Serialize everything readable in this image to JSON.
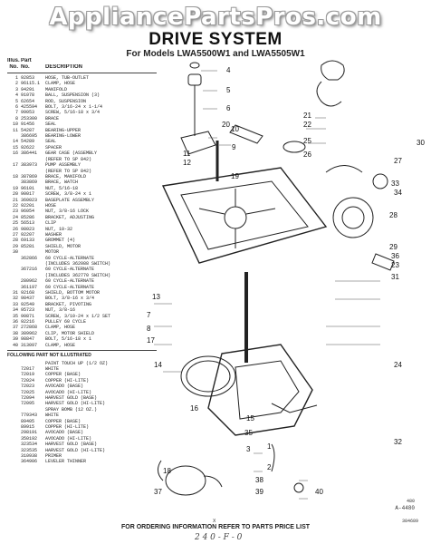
{
  "watermark": "AppliancePartsPros.com",
  "title": "DRIVE SYSTEM",
  "subtitle": "For Models LWA5500W1 and LWA5505W1",
  "table": {
    "header1": [
      "Illus.",
      "Part",
      ""
    ],
    "header2": [
      "No.",
      "No.",
      "DESCRIPTION"
    ],
    "rows": [
      [
        "1",
        "92853",
        "HOSE, TUB-OUTLET"
      ],
      [
        "2",
        "96115.1",
        "CLAMP, HOSE"
      ],
      [
        "3",
        "94291",
        "MANIFOLD"
      ],
      [
        "4",
        "91078",
        "BALL, SUSPENSION (3)"
      ],
      [
        "5",
        "62654",
        "ROD, SUSPENSION"
      ],
      [
        "6",
        "425594",
        "BOLT, 3/16-24 x 1-1/4"
      ],
      [
        "7",
        "99053",
        "SCREW, 5/16-18 x 3/4"
      ],
      [
        "8",
        "253300",
        "BRACE"
      ],
      [
        "10",
        "91456",
        "SEAL"
      ],
      [
        "11",
        "54287",
        "BEARING-UPPER"
      ],
      [
        "",
        "386695",
        "BEARING-LOWER"
      ],
      [
        "14",
        "54289",
        "SEAL"
      ],
      [
        "15",
        "92622",
        "SPACER"
      ],
      [
        "16",
        "386441",
        "GEAR CASE (ASSEMBLY"
      ],
      [
        "",
        "",
        "(REFER TO SP 842)"
      ],
      [
        "17",
        "383973",
        "PUMP ASSEMBLY"
      ],
      [
        "",
        "",
        "(REFER TO SP 842)"
      ],
      [
        "18",
        "387869",
        "BRACE, MANIFOLD"
      ],
      [
        "",
        "383869",
        "BRACE, WATCH"
      ],
      [
        "19",
        "96101",
        "NUT, 5/16-18"
      ],
      [
        "20",
        "90017",
        "SCREW, 3/8-24 x 1"
      ],
      [
        "21",
        "360023",
        "BASEPLATE ASSEMBLY"
      ],
      [
        "22",
        "92201",
        "HOSE"
      ],
      [
        "23",
        "96054",
        "NUT, 3/8-16 LOCK"
      ],
      [
        "24",
        "85286",
        "BRACKET, ADJUSTING"
      ],
      [
        "25",
        "56513",
        "CLIP"
      ],
      [
        "26",
        "98023",
        "NUT, 10-32"
      ],
      [
        "27",
        "92207",
        "WASHER"
      ],
      [
        "28",
        "69133",
        "GROMMET (4)"
      ],
      [
        "29",
        "85281",
        "SHIELD, MOTOR"
      ],
      [
        "30",
        "",
        "MOTOR"
      ],
      [
        "",
        "362866",
        "60 CYCLE-ALTERNATE"
      ],
      [
        "",
        "",
        "(INCLUDES 362088 SWITCH)"
      ],
      [
        "",
        "367216",
        "60 CYCLE-ALTERNATE"
      ],
      [
        "",
        "",
        "(INCLUDES 362770 SWITCH)"
      ],
      [
        "",
        "280962",
        "60 CYCLE-ALTERNATE"
      ],
      [
        "",
        "361197",
        "60 CYCLE-ALTERNATE"
      ],
      [
        "31",
        "92168",
        "SHIELD, BOTTOM MOTOR"
      ],
      [
        "32",
        "98437",
        "BOLT, 3/8-16 x 3/4"
      ],
      [
        "33",
        "92549",
        "BRACKET, PIVOTING"
      ],
      [
        "34",
        "95723",
        "NUT, 3/8-16"
      ],
      [
        "35",
        "90871",
        "SCREW, 3/10-24 x 1/2 SET"
      ],
      [
        "36",
        "92216",
        "PULLEY 60 CYCLE"
      ],
      [
        "37",
        "272868",
        "CLAMP, HOSE"
      ],
      [
        "38",
        "389962",
        "CLIP, MOTOR SHIELD"
      ],
      [
        "39",
        "98847",
        "BOLT, 5/16-18 x 1"
      ],
      [
        "40",
        "313097",
        "CLAMP, HOSE"
      ]
    ],
    "section_title": "FOLLOWING PART NOT ILLUSTRATED",
    "paint_header": "PAINT TOUCH UP (1/2 OZ)",
    "paint_rows": [
      [
        "",
        "72017",
        "WHITE"
      ],
      [
        "",
        "72019",
        "COPPER (BASE)"
      ],
      [
        "",
        "72024",
        "COPPER (HI-LITE)"
      ],
      [
        "",
        "72023",
        "AVOCADO (BASE)"
      ],
      [
        "",
        "72025",
        "AVOCADO (HI-LITE)"
      ],
      [
        "",
        "72094",
        "HARVEST GOLD (BASE)"
      ],
      [
        "",
        "72095",
        "HARVEST GOLD (HI-LITE)"
      ],
      [
        "",
        "",
        "SPRAY BOMB (12 OZ.)"
      ],
      [
        "",
        "779343",
        "WHITE"
      ],
      [
        "",
        "89405",
        "COPPER (BASE)"
      ],
      [
        "",
        "89915",
        "COPPER (HI-LITE)"
      ],
      [
        "",
        "298191",
        "AVOCADO (BASE)"
      ],
      [
        "",
        "350192",
        "AVOCADO (HI-LITE)"
      ],
      [
        "",
        "323534",
        "HARVEST GOLD (BASE)"
      ],
      [
        "",
        "323535",
        "HARVEST GOLD (HI-LITE)"
      ],
      [
        "",
        "310938",
        "PRIMER"
      ],
      [
        "",
        "364906",
        "LEVELER THINNER"
      ]
    ]
  },
  "callouts": [
    "1",
    "2",
    "3",
    "4",
    "5",
    "6",
    "7",
    "8",
    "9",
    "10",
    "11",
    "12",
    "13",
    "14",
    "15",
    "16",
    "17",
    "18",
    "19",
    "20",
    "21",
    "22",
    "23",
    "24",
    "25",
    "26",
    "27",
    "28",
    "29",
    "30",
    "31",
    "32",
    "33",
    "34",
    "35",
    "36",
    "37",
    "38",
    "39",
    "40"
  ],
  "drawing_code": "A-4480",
  "drawing_code_small": "480",
  "footer": "FOR ORDERING INFORMATION REFER TO PARTS PRICE LIST",
  "center_mark": "X",
  "page_ref": "384689",
  "handwritten": "2 4 0 - F - 0"
}
